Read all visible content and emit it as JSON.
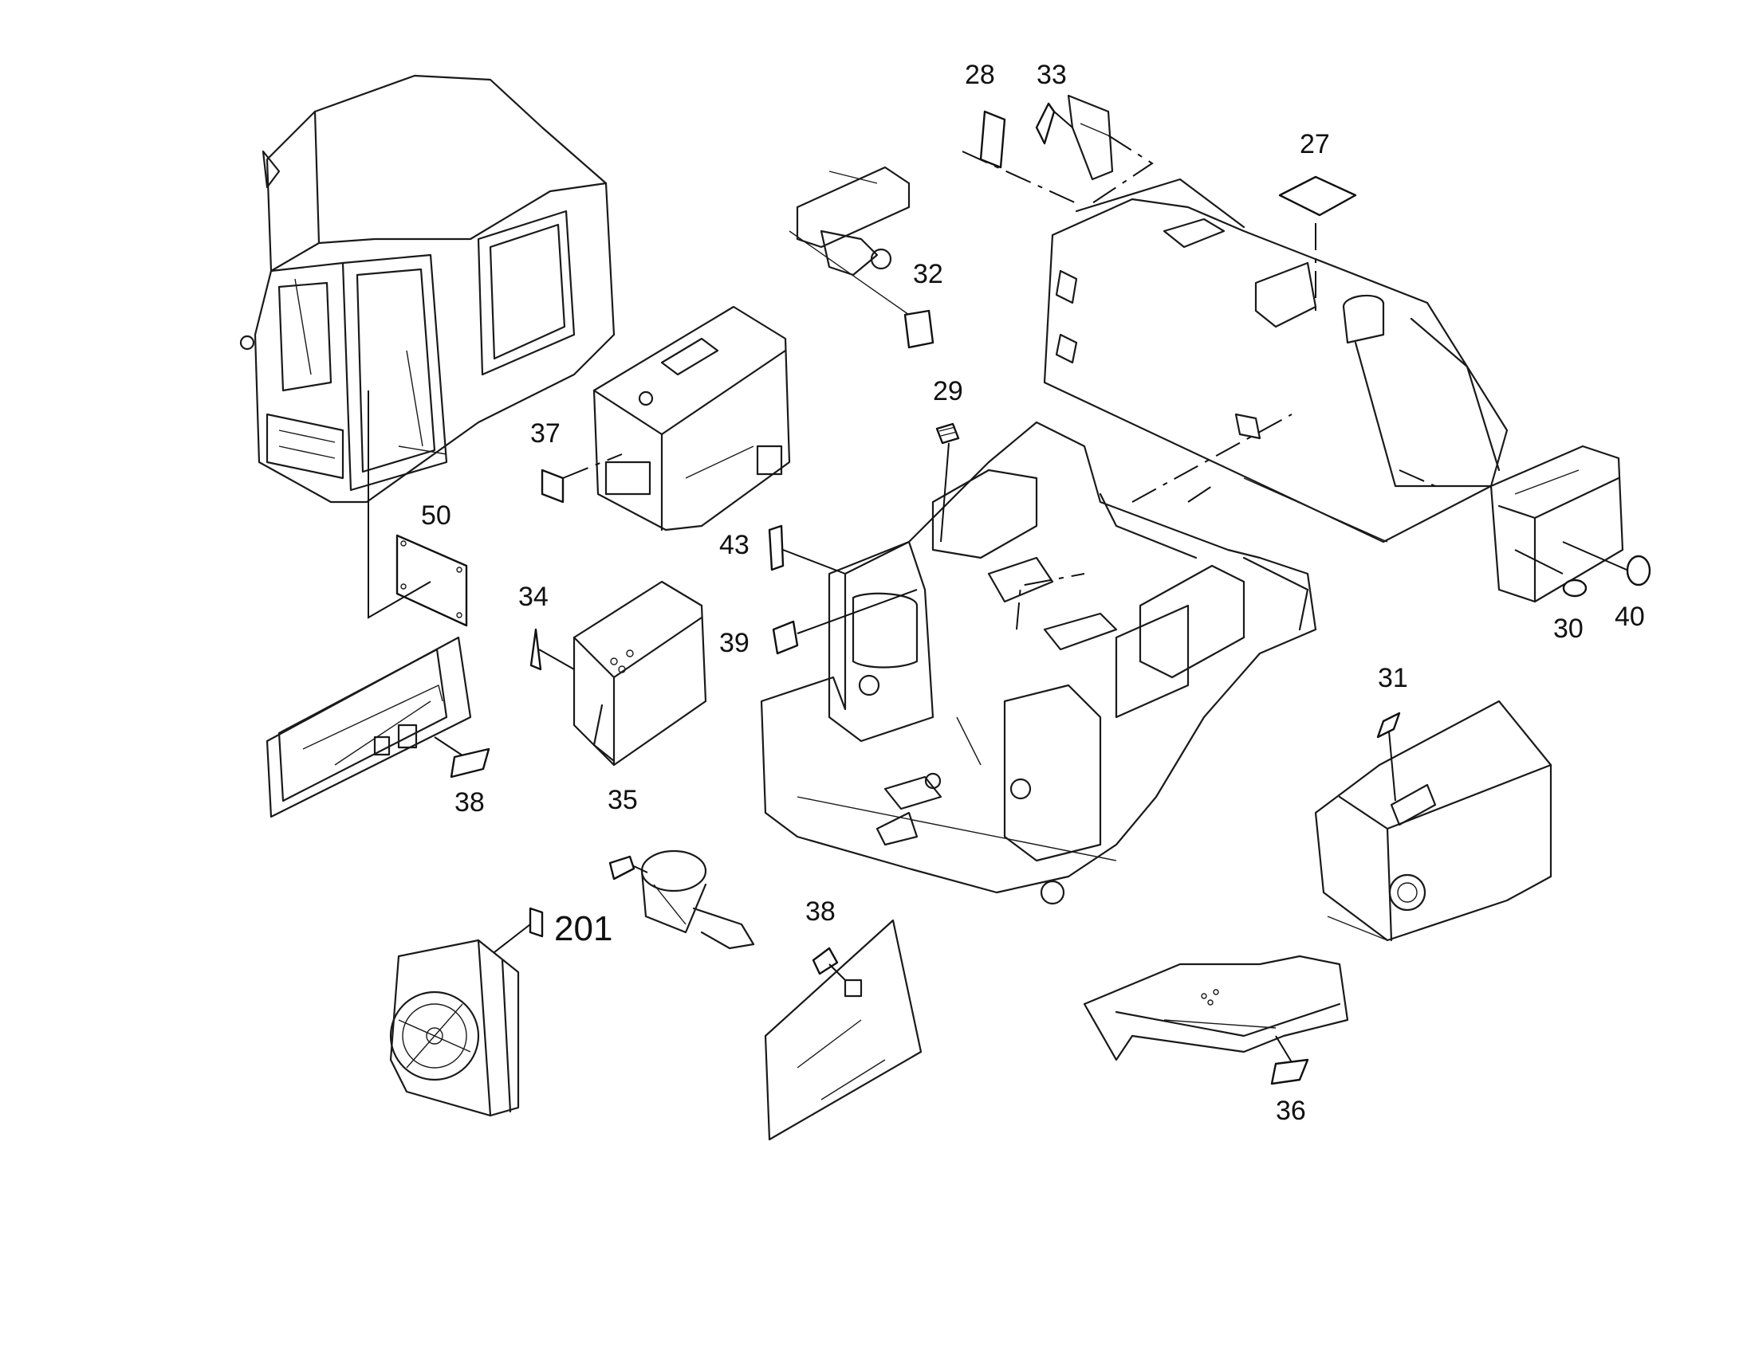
{
  "callouts": {
    "c27": "27",
    "c28": "28",
    "c29": "29",
    "c30": "30",
    "c31": "31",
    "c32": "32",
    "c33": "33",
    "c34": "34",
    "c35": "35",
    "c36": "36",
    "c37": "37",
    "c38a": "38",
    "c38b": "38",
    "c39": "39",
    "c40": "40",
    "c43": "43",
    "c50": "50",
    "c201": "201"
  },
  "colors": {
    "line": "#1a1a1a",
    "background": "#ffffff"
  }
}
